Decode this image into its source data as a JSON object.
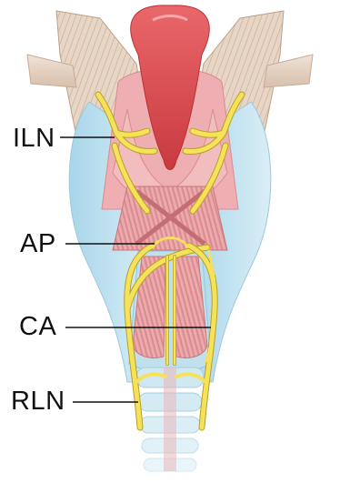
{
  "labels": {
    "iln": "ILN",
    "ap": "AP",
    "ca": "CA",
    "rln": "RLN"
  },
  "colors": {
    "nerve": "#f5e15a",
    "nerve_outline": "#b6a126",
    "muscle": "#e9a0a3",
    "muscle_dark": "#cf7c82",
    "mucosa_red": "#d8474a",
    "cartilage_blue": "#bfe2ef",
    "bone_beige": "#e6d3c3",
    "leader_line": "#111111"
  }
}
